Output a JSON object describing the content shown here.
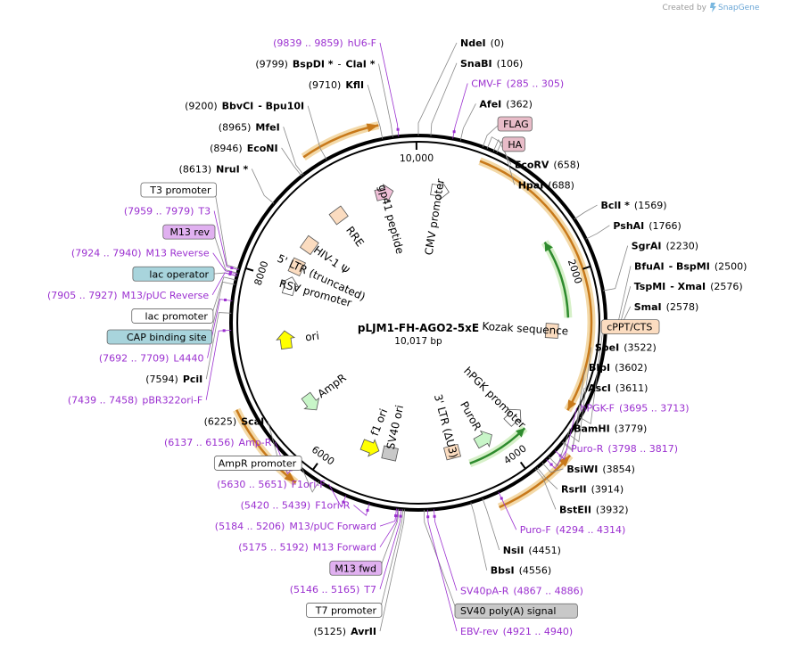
{
  "credit": {
    "prefix": "Created by",
    "brand": "SnapGene"
  },
  "plasmid": {
    "name": "pLJM1-FH-AGO2-5xE",
    "size": "10,017 bp"
  },
  "scale_ticks": [
    {
      "label": "10,000",
      "bp": 10000
    },
    {
      "label": "2000",
      "bp": 2000
    },
    {
      "label": "4000",
      "bp": 4000
    },
    {
      "label": "6000",
      "bp": 6000
    },
    {
      "label": "8000",
      "bp": 8000
    }
  ],
  "left_labels": [
    {
      "type": "primer",
      "parts": [
        [
          "(9839 .. 9859)",
          "p"
        ],
        [
          "hU6-F",
          "p"
        ]
      ],
      "bp": 9849
    },
    {
      "type": "enzyme",
      "parts": [
        [
          "(9799)",
          "n"
        ],
        [
          "BspDI *",
          "b"
        ],
        [
          "-",
          "n"
        ],
        [
          "ClaI *",
          "b"
        ]
      ],
      "bp": 9799
    },
    {
      "type": "enzyme",
      "parts": [
        [
          "(9710)",
          "n"
        ],
        [
          "KflI",
          "b"
        ]
      ],
      "bp": 9710
    },
    {
      "type": "enzyme",
      "parts": [
        [
          "(9200)",
          "n"
        ],
        [
          "BbvCI",
          "b"
        ],
        [
          "- Bpu10I",
          "b"
        ]
      ],
      "bp": 9200
    },
    {
      "type": "enzyme",
      "parts": [
        [
          "(8965)",
          "n"
        ],
        [
          "MfeI",
          "b"
        ]
      ],
      "bp": 8965
    },
    {
      "type": "enzyme",
      "parts": [
        [
          "(8946)",
          "n"
        ],
        [
          "EcoNI",
          "b"
        ]
      ],
      "bp": 8946
    },
    {
      "type": "enzyme",
      "parts": [
        [
          "(8613)",
          "n"
        ],
        [
          "NruI *",
          "b"
        ]
      ],
      "bp": 8613
    },
    {
      "type": "featbox",
      "parts": [
        [
          "T3 promoter",
          "n"
        ]
      ],
      "box": "#ffffff",
      "bp": 7980
    },
    {
      "type": "primer",
      "parts": [
        [
          "(7959 .. 7979)",
          "p"
        ],
        [
          "T3",
          "p"
        ]
      ],
      "bp": 7969
    },
    {
      "type": "featbox",
      "parts": [
        [
          "M13 rev",
          "n"
        ]
      ],
      "box": "#e0b0f0",
      "bp": 7940
    },
    {
      "type": "primer",
      "parts": [
        [
          "(7924 .. 7940)",
          "p"
        ],
        [
          "M13 Reverse",
          "p"
        ]
      ],
      "bp": 7932
    },
    {
      "type": "featbox",
      "parts": [
        [
          "lac operator",
          "n"
        ]
      ],
      "box": "#a8d4dc",
      "bp": 7915
    },
    {
      "type": "primer",
      "parts": [
        [
          "(7905 .. 7927)",
          "p"
        ],
        [
          "M13/pUC Reverse",
          "p"
        ]
      ],
      "bp": 7916
    },
    {
      "type": "featbox",
      "parts": [
        [
          "lac promoter",
          "n"
        ]
      ],
      "box": "#ffffff",
      "bp": 7880
    },
    {
      "type": "featbox",
      "parts": [
        [
          "CAP binding site",
          "n"
        ]
      ],
      "box": "#a8d4dc",
      "bp": 7840
    },
    {
      "type": "primer",
      "parts": [
        [
          "(7692 .. 7709)",
          "p"
        ],
        [
          "L4440",
          "p"
        ]
      ],
      "bp": 7700
    },
    {
      "type": "enzyme",
      "parts": [
        [
          "(7594)",
          "n"
        ],
        [
          "PciI",
          "b"
        ]
      ],
      "bp": 7594
    },
    {
      "type": "primer",
      "parts": [
        [
          "(7439 .. 7458)",
          "p"
        ],
        [
          "pBR322ori-F",
          "p"
        ]
      ],
      "bp": 7448
    },
    {
      "type": "enzyme",
      "parts": [
        [
          "(6225)",
          "n"
        ],
        [
          "ScaI",
          "b"
        ]
      ],
      "bp": 6225
    },
    {
      "type": "primer",
      "parts": [
        [
          "(6137 .. 6156)",
          "p"
        ],
        [
          "Amp-R",
          "p"
        ]
      ],
      "bp": 6146
    },
    {
      "type": "featbox",
      "parts": [
        [
          "AmpR promoter",
          "n"
        ]
      ],
      "box": "#ffffff",
      "bp": 5900
    },
    {
      "type": "primer",
      "parts": [
        [
          "(5630 .. 5651)",
          "p"
        ],
        [
          "F1ori-F",
          "p"
        ]
      ],
      "bp": 5640
    },
    {
      "type": "primer",
      "parts": [
        [
          "(5420 .. 5439)",
          "p"
        ],
        [
          "F1ori-R",
          "p"
        ]
      ],
      "bp": 5430
    },
    {
      "type": "primer",
      "parts": [
        [
          "(5184 .. 5206)",
          "p"
        ],
        [
          "M13/pUC Forward",
          "p"
        ]
      ],
      "bp": 5195
    },
    {
      "type": "primer",
      "parts": [
        [
          "(5175 .. 5192)",
          "p"
        ],
        [
          "M13 Forward",
          "p"
        ]
      ],
      "bp": 5183
    },
    {
      "type": "featbox",
      "parts": [
        [
          "M13 fwd",
          "n"
        ]
      ],
      "box": "#e0b0f0",
      "bp": 5175
    },
    {
      "type": "primer",
      "parts": [
        [
          "(5146 .. 5165)",
          "p"
        ],
        [
          "T7",
          "p"
        ]
      ],
      "bp": 5155
    },
    {
      "type": "featbox",
      "parts": [
        [
          "T7 promoter",
          "n"
        ]
      ],
      "box": "#ffffff",
      "bp": 5140
    },
    {
      "type": "enzyme",
      "parts": [
        [
          "(5125)",
          "n"
        ],
        [
          "AvrII",
          "b"
        ]
      ],
      "bp": 5125
    }
  ],
  "right_labels": [
    {
      "type": "enzyme",
      "parts": [
        [
          "NdeI",
          "b"
        ],
        [
          "(0)",
          "n"
        ]
      ],
      "bp": 0
    },
    {
      "type": "enzyme",
      "parts": [
        [
          "SnaBI",
          "b"
        ],
        [
          "(106)",
          "n"
        ]
      ],
      "bp": 106
    },
    {
      "type": "primer",
      "parts": [
        [
          "CMV-F",
          "p"
        ],
        [
          "(285 .. 305)",
          "p"
        ]
      ],
      "bp": 295
    },
    {
      "type": "enzyme",
      "parts": [
        [
          "AfeI",
          "b"
        ],
        [
          "(362)",
          "n"
        ]
      ],
      "bp": 362
    },
    {
      "type": "featbox",
      "parts": [
        [
          "FLAG",
          "n"
        ]
      ],
      "box": "#e8bcc8",
      "bp": 560
    },
    {
      "type": "featbox",
      "parts": [
        [
          "HA",
          "n"
        ]
      ],
      "box": "#e8bcc8",
      "bp": 600
    },
    {
      "type": "enzyme",
      "parts": [
        [
          "EcoRV",
          "b"
        ],
        [
          "(658)",
          "n"
        ]
      ],
      "bp": 658
    },
    {
      "type": "enzyme",
      "parts": [
        [
          "HpaI",
          "b"
        ],
        [
          "(688)",
          "n"
        ]
      ],
      "bp": 688
    },
    {
      "type": "enzyme",
      "parts": [
        [
          "BclI *",
          "b"
        ],
        [
          "(1569)",
          "n"
        ]
      ],
      "bp": 1569
    },
    {
      "type": "enzyme",
      "parts": [
        [
          "PshAI",
          "b"
        ],
        [
          "(1766)",
          "n"
        ]
      ],
      "bp": 1766
    },
    {
      "type": "enzyme",
      "parts": [
        [
          "SgrAI",
          "b"
        ],
        [
          "(2230)",
          "n"
        ]
      ],
      "bp": 2230
    },
    {
      "type": "enzyme",
      "parts": [
        [
          "BfuAI",
          "b"
        ],
        [
          "- BspMI",
          "b"
        ],
        [
          "(2500)",
          "n"
        ]
      ],
      "bp": 2500
    },
    {
      "type": "enzyme",
      "parts": [
        [
          "TspMI",
          "b"
        ],
        [
          "- XmaI",
          "b"
        ],
        [
          "(2576)",
          "n"
        ]
      ],
      "bp": 2576
    },
    {
      "type": "enzyme",
      "parts": [
        [
          "SmaI",
          "b"
        ],
        [
          "(2578)",
          "n"
        ]
      ],
      "bp": 2578
    },
    {
      "type": "featbox",
      "parts": [
        [
          "cPPT/CTS",
          "n"
        ]
      ],
      "box": "#fbdcc0",
      "bp": 3350
    },
    {
      "type": "enzyme",
      "parts": [
        [
          "SpeI",
          "b"
        ],
        [
          "(3522)",
          "n"
        ]
      ],
      "bp": 3522
    },
    {
      "type": "enzyme",
      "parts": [
        [
          "BlpI",
          "b"
        ],
        [
          "(3602)",
          "n"
        ]
      ],
      "bp": 3602
    },
    {
      "type": "enzyme",
      "parts": [
        [
          "AscI",
          "b"
        ],
        [
          "(3611)",
          "n"
        ]
      ],
      "bp": 3611
    },
    {
      "type": "primer",
      "parts": [
        [
          "hPGK-F",
          "p"
        ],
        [
          "(3695 .. 3713)",
          "p"
        ]
      ],
      "bp": 3704
    },
    {
      "type": "enzyme",
      "parts": [
        [
          "BamHI",
          "b"
        ],
        [
          "(3779)",
          "n"
        ]
      ],
      "bp": 3779
    },
    {
      "type": "primer",
      "parts": [
        [
          "Puro-R",
          "p"
        ],
        [
          "(3798 .. 3817)",
          "p"
        ]
      ],
      "bp": 3808
    },
    {
      "type": "enzyme",
      "parts": [
        [
          "BsiWI",
          "b"
        ],
        [
          "(3854)",
          "n"
        ]
      ],
      "bp": 3854
    },
    {
      "type": "enzyme",
      "parts": [
        [
          "RsrII",
          "b"
        ],
        [
          "(3914)",
          "n"
        ]
      ],
      "bp": 3914
    },
    {
      "type": "enzyme",
      "parts": [
        [
          "BstEII",
          "b"
        ],
        [
          "(3932)",
          "n"
        ]
      ],
      "bp": 3932
    },
    {
      "type": "primer",
      "parts": [
        [
          "Puro-F",
          "p"
        ],
        [
          "(4294 .. 4314)",
          "p"
        ]
      ],
      "bp": 4304
    },
    {
      "type": "enzyme",
      "parts": [
        [
          "NsiI",
          "b"
        ],
        [
          "(4451)",
          "n"
        ]
      ],
      "bp": 4451
    },
    {
      "type": "enzyme",
      "parts": [
        [
          "BbsI",
          "b"
        ],
        [
          "(4556)",
          "n"
        ]
      ],
      "bp": 4556
    },
    {
      "type": "primer",
      "parts": [
        [
          "SV40pA-R",
          "p"
        ],
        [
          "(4867 .. 4886)",
          "p"
        ]
      ],
      "bp": 4876
    },
    {
      "type": "featbox",
      "parts": [
        [
          "SV40 poly(A) signal",
          "n"
        ]
      ],
      "box": "#c8c8c8",
      "bp": 4960
    },
    {
      "type": "primer",
      "parts": [
        [
          "EBV-rev",
          "p"
        ],
        [
          "(4921 .. 4940)",
          "p"
        ]
      ],
      "bp": 4930
    }
  ],
  "inner_features": [
    {
      "label": "CMV promoter",
      "bp": 250,
      "color": "#ffffff",
      "dir": 1
    },
    {
      "label": "gp41 peptide",
      "bp": 9600,
      "color": "#f0c0d8",
      "dir": 1
    },
    {
      "label": "RRE",
      "bp": 9000,
      "color": "#fbdcc0",
      "dir": 0
    },
    {
      "label": "HIV-1 Ψ",
      "bp": 8500,
      "color": "#fbdcc0",
      "dir": 0
    },
    {
      "label": "5' LTR (truncated)",
      "bp": 8200,
      "color": "#fbdcc0",
      "dir": 0
    },
    {
      "label": "RSV promoter",
      "bp": 7950,
      "color": "#ffffff",
      "dir": 1
    },
    {
      "label": "ori",
      "bp": 7300,
      "color": "#ffff00",
      "dir": 1
    },
    {
      "label": "AmpR",
      "bp": 6500,
      "color": "#c8f5c8",
      "dir": -1
    },
    {
      "label": "f1 ori",
      "bp": 5600,
      "color": "#ffff00",
      "dir": -1
    },
    {
      "label": "SV40 ori",
      "bp": 5350,
      "color": "#c8c8c8",
      "dir": 0
    },
    {
      "label": "3' LTR (ΔU3)",
      "bp": 4600,
      "color": "#fbdcc0",
      "dir": 0
    },
    {
      "label": "PuroR",
      "bp": 4200,
      "color": "#c8f5c8",
      "dir": -1
    },
    {
      "label": "hPGK promoter",
      "bp": 3750,
      "color": "#ffffff",
      "dir": -1
    },
    {
      "label": "Kozak sequence",
      "bp": 2600,
      "color": "#fbdcc0",
      "dir": 0
    }
  ],
  "colors": {
    "backbone": "#000000",
    "orf": "#c8791a",
    "orf_halo": "#f3d9a8",
    "puro_orf": "#2e8b2e",
    "puro_halo": "#d6f0c8",
    "primer": "#9b30d0",
    "leader": "#888888"
  }
}
